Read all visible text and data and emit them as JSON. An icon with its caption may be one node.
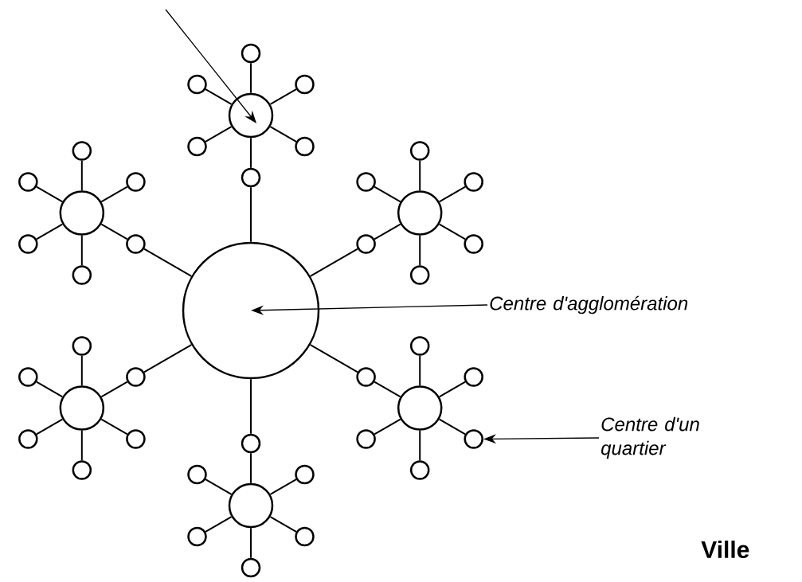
{
  "diagram": {
    "nodes": [
      {
        "text": [],
        "shape": "circle"
      },
      {
        "text": [],
        "shape": "circle"
      },
      {
        "text": [],
        "shape": "circle"
      },
      {
        "text": [],
        "shape": "circle"
      },
      {
        "text": [],
        "shape": "circle"
      },
      {
        "text": [],
        "shape": "circle"
      },
      {
        "text": [],
        "shape": "circle"
      },
      {
        "text": [],
        "shape": "circle"
      },
      {
        "text": [],
        "shape": "circle"
      },
      {
        "text": [],
        "shape": "circle"
      },
      {
        "text": [],
        "shape": "circle"
      },
      {
        "text": [],
        "shape": "circle"
      },
      {
        "text": [],
        "shape": "circle"
      },
      {
        "text": [],
        "shape": "circle"
      },
      {
        "text": [],
        "shape": "circle"
      },
      {
        "text": [],
        "shape": "circle"
      },
      {
        "text": [],
        "shape": "circle"
      },
      {
        "text": [],
        "shape": "circle"
      },
      {
        "text": [],
        "shape": "circle"
      },
      {
        "text": [],
        "shape": "circle"
      },
      {
        "text": [],
        "shape": "circle"
      },
      {
        "text": [],
        "shape": "circle"
      },
      {
        "text": [],
        "shape": "circle"
      },
      {
        "text": [],
        "shape": "circle"
      },
      {
        "text": [],
        "shape": "circle"
      },
      {
        "text": [],
        "shape": "circle"
      },
      {
        "text": [],
        "shape": "circle"
      },
      {
        "text": [],
        "shape": "circle"
      },
      {
        "text": [],
        "shape": "circle"
      },
      {
        "text": [],
        "shape": "circle"
      },
      {
        "text": [],
        "shape": "circle"
      },
      {
        "text": [],
        "shape": "circle"
      },
      {
        "text": [],
        "shape": "circle"
      },
      {
        "text": [],
        "shape": "circle"
      },
      {
        "text": [],
        "shape": "circle"
      },
      {
        "text": [],
        "shape": "circle"
      },
      {
        "text": [],
        "shape": "circle"
      },
      {
        "text": [],
        "shape": "circle"
      },
      {
        "text": [],
        "shape": "circle"
      },
      {
        "text": [],
        "shape": "circle"
      },
      {
        "text": [],
        "shape": "circle"
      },
      {
        "text": [],
        "shape": "circle"
      },
      {
        "text": [],
        "shape": "circle"
      },
      {
        "text": [
          "Centre d'agglomération"
        ]
      },
      {
        "text": [
          "Centre d'un quartier"
        ]
      }
    ],
    "edges": [
      {
        "from": 1,
        "to": 2,
        "arrow": "none"
      },
      {
        "from": 1,
        "to": 3,
        "arrow": "none"
      },
      {
        "from": 1,
        "to": 4,
        "arrow": "none"
      },
      {
        "from": 1,
        "to": 5,
        "arrow": "none"
      },
      {
        "from": 1,
        "to": 6,
        "arrow": "none"
      },
      {
        "from": 1,
        "to": 7,
        "arrow": "none"
      },
      {
        "from": 8,
        "to": 9,
        "arrow": "none"
      },
      {
        "from": 8,
        "to": 10,
        "arrow": "none"
      },
      {
        "from": 8,
        "to": 11,
        "arrow": "none"
      },
      {
        "from": 8,
        "to": 12,
        "arrow": "none"
      },
      {
        "from": 8,
        "to": 13,
        "arrow": "none"
      },
      {
        "from": 8,
        "to": 14,
        "arrow": "none"
      },
      {
        "from": 15,
        "to": 16,
        "arrow": "none"
      },
      {
        "from": 15,
        "to": 17,
        "arrow": "none"
      },
      {
        "from": 15,
        "to": 18,
        "arrow": "none"
      },
      {
        "from": 15,
        "to": 19,
        "arrow": "none"
      },
      {
        "from": 15,
        "to": 20,
        "arrow": "none"
      },
      {
        "from": 15,
        "to": 21,
        "arrow": "none"
      },
      {
        "from": 22,
        "to": 23,
        "arrow": "none"
      },
      {
        "from": 22,
        "to": 24,
        "arrow": "none"
      },
      {
        "from": 22,
        "to": 25,
        "arrow": "none"
      },
      {
        "from": 22,
        "to": 26,
        "arrow": "none"
      },
      {
        "from": 22,
        "to": 27,
        "arrow": "none"
      },
      {
        "from": 22,
        "to": 28,
        "arrow": "none"
      },
      {
        "from": 29,
        "to": 30,
        "arrow": "none"
      },
      {
        "from": 29,
        "to": 31,
        "arrow": "none"
      },
      {
        "from": 29,
        "to": 32,
        "arrow": "none"
      },
      {
        "from": 29,
        "to": 33,
        "arrow": "none"
      },
      {
        "from": 29,
        "to": 34,
        "arrow": "none"
      },
      {
        "from": 29,
        "to": 35,
        "arrow": "none"
      },
      {
        "from": 36,
        "to": 37,
        "arrow": "none"
      },
      {
        "from": 36,
        "to": 38,
        "arrow": "none"
      },
      {
        "from": 36,
        "to": 39,
        "arrow": "none"
      },
      {
        "from": 36,
        "to": 40,
        "arrow": "none"
      },
      {
        "from": 36,
        "to": 41,
        "arrow": "none"
      },
      {
        "from": 36,
        "to": 42,
        "arrow": "none"
      },
      {
        "from": 5,
        "to": 0,
        "arrow": "none"
      },
      {
        "from": 11,
        "to": 0,
        "arrow": "none"
      },
      {
        "from": 20,
        "to": 0,
        "arrow": "none"
      },
      {
        "from": 24,
        "to": 0,
        "arrow": "none"
      },
      {
        "from": 35,
        "to": 0,
        "arrow": "none"
      },
      {
        "from": 37,
        "to": 0,
        "arrow": "none"
      },
      {
        "from": 43,
        "to": 0,
        "arrow": "to"
      },
      {
        "from": 44,
        "to": 32,
        "arrow": "to"
      },
      {
        "from": null,
        "to": 1,
        "arrow": "to"
      }
    ],
    "labels": [
      "Ville"
    ]
  }
}
